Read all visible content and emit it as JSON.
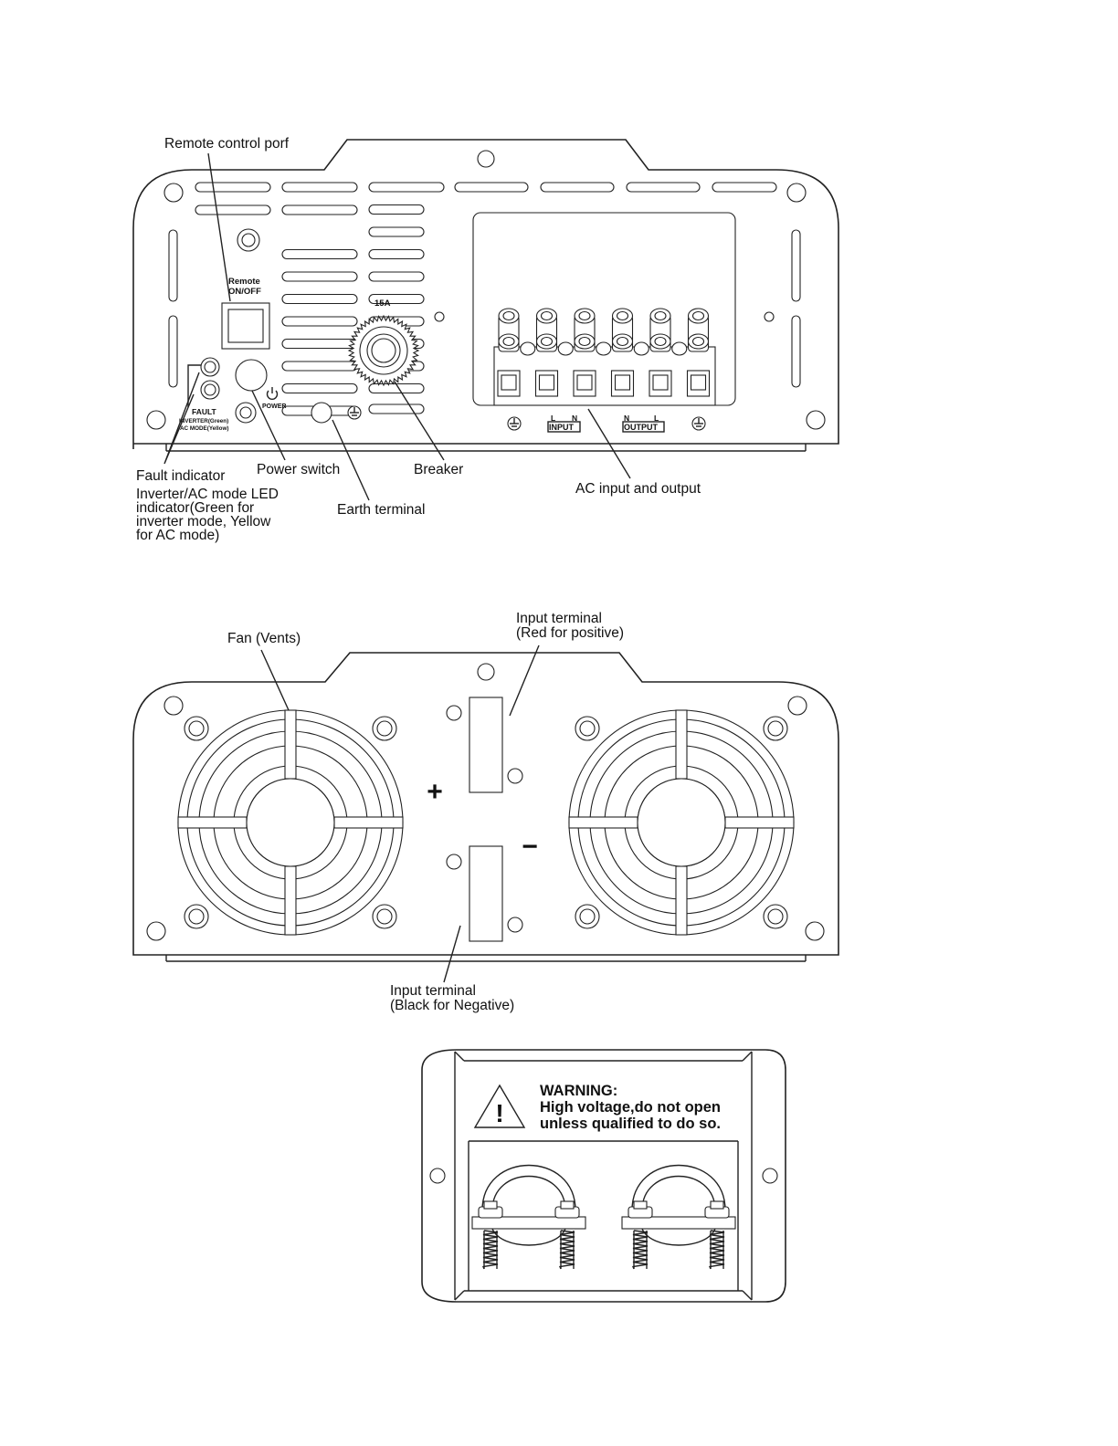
{
  "rear_panel": {
    "callouts": {
      "remote_port": "Remote control porf",
      "fault_indicator": "Fault indicator",
      "led_indicator_lines": [
        "Inverter/AC mode LED",
        "indicator(Green for",
        "inverter mode, Yellow",
        "for AC mode)"
      ],
      "power_switch": "Power switch",
      "earth_terminal": "Earth terminal",
      "breaker": "Breaker",
      "ac_io": "AC input and output"
    },
    "panel_labels": {
      "remote_line1": "Remote",
      "remote_line2": "ON/OFF",
      "breaker_rating": "15A",
      "fault": "FAULT",
      "inverter_green": "INVERTER(Green)",
      "ac_mode_yellow": "AC MODE(Yellow)",
      "power": "POWER",
      "input_l": "L",
      "input_n": "N",
      "input": "INPUT",
      "output_n": "N",
      "output_l": "L",
      "output": "OUTPUT"
    }
  },
  "front_panel": {
    "callouts": {
      "fan": "Fan (Vents)",
      "input_pos_line1": "Input terminal",
      "input_pos_line2": "(Red for positive)",
      "input_neg_line1": "Input terminal",
      "input_neg_line2": "(Black for Negative)"
    },
    "symbols": {
      "plus": "+",
      "minus": "−"
    }
  },
  "terminal_cover": {
    "warning_lines": [
      "WARNING:",
      "High voltage,do not open",
      "unless qualified to do so."
    ],
    "warning_icon_symbol": "!"
  }
}
